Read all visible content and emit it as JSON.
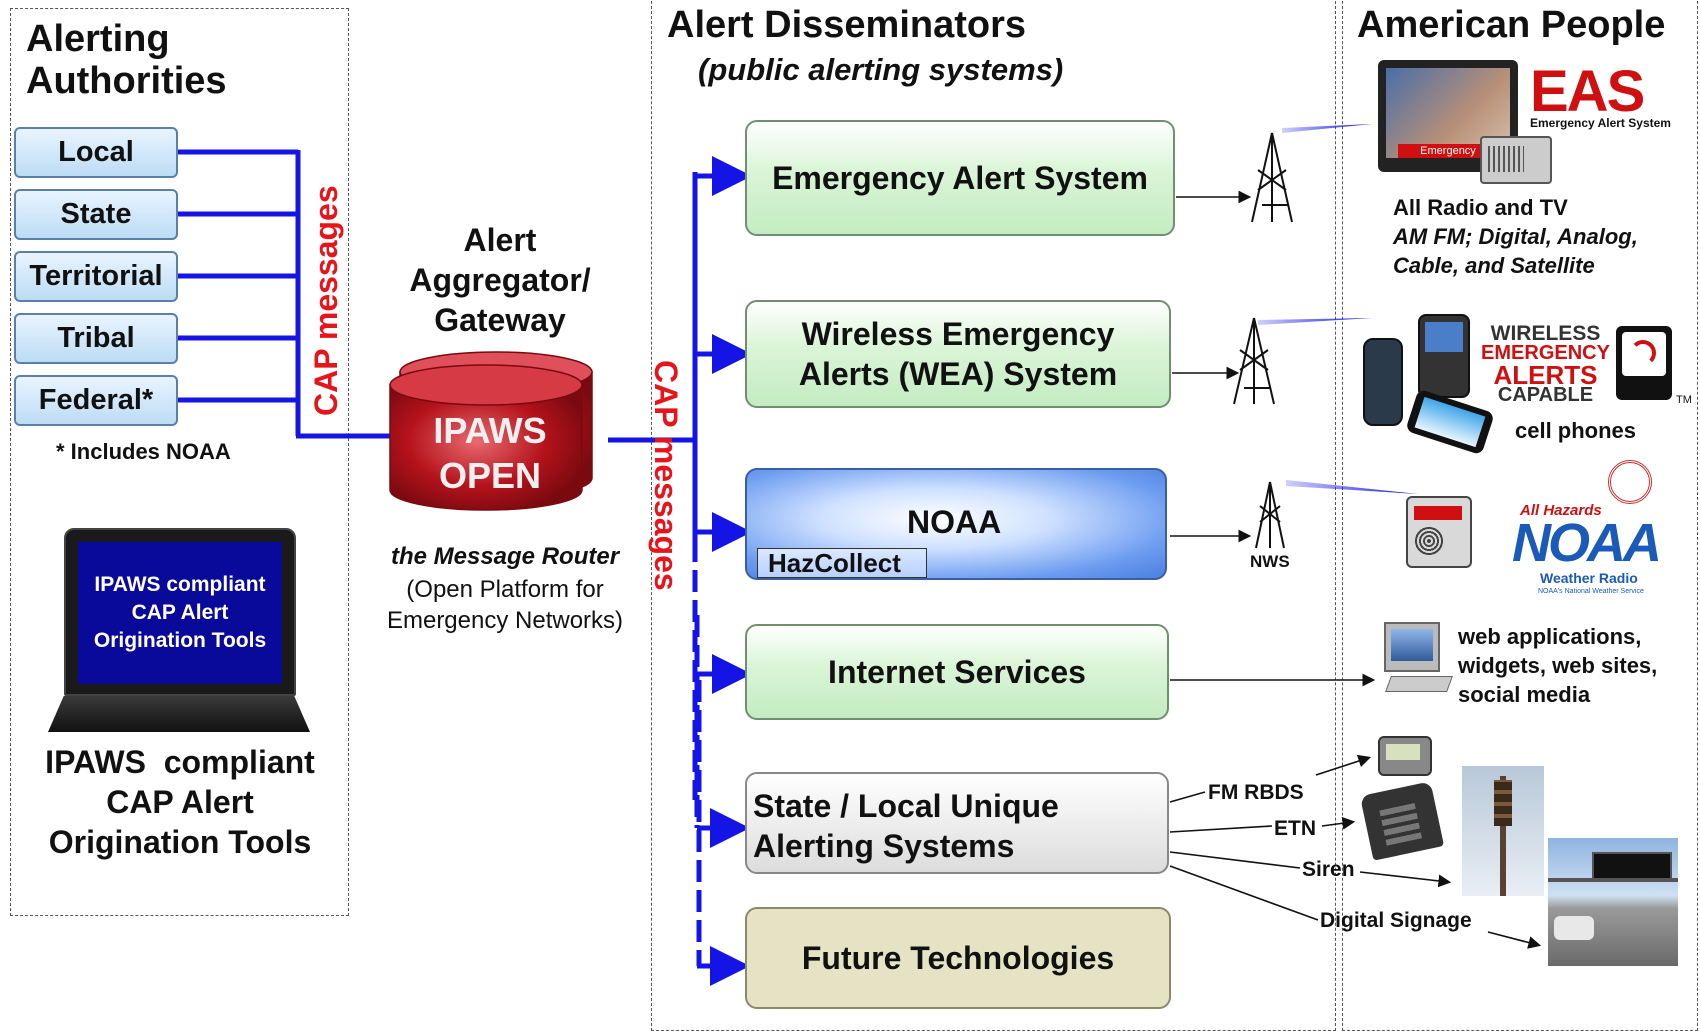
{
  "sections": {
    "authorities_title": "Alerting\nAuthorities",
    "disseminators_title": "Alert Disseminators",
    "disseminators_subtitle": "(public alerting systems)",
    "people_title": "American People"
  },
  "authorities": [
    "Local",
    "State",
    "Territorial",
    "Tribal",
    "Federal*"
  ],
  "authorities_note": "* Includes NOAA",
  "cap_label_left": "CAP messages",
  "cap_label_right": "CAP messages",
  "aggregator": {
    "title": "Alert\nAggregator/\nGateway",
    "cylinder_label_1": "IPAWS",
    "cylinder_label_2": "OPEN",
    "router": "the Message Router",
    "router_desc_1": "(Open Platform for",
    "router_desc_2": "Emergency Networks)"
  },
  "laptop": {
    "screen_text": "IPAWS compliant\nCAP Alert\nOrigination Tools",
    "caption": "IPAWS  compliant\nCAP Alert\nOrigination Tools"
  },
  "disseminators": {
    "eas": "Emergency  Alert System",
    "wea": "Wireless Emergency\nAlerts (WEA) System",
    "noaa": "NOAA",
    "hazcollect": "HazCollect",
    "internet": "Internet Services",
    "state_local": "State / Local Unique\nAlerting Systems",
    "future": "Future Technologies"
  },
  "outputs": {
    "nws": "NWS",
    "radio_tv_1": "All Radio and TV",
    "radio_tv_2": "AM FM; Digital,  Analog,",
    "radio_tv_3": "Cable, and Satellite",
    "cell_phones": "cell phones",
    "web_1": "web applications,",
    "web_2": "widgets, web sites,",
    "web_3": "social media",
    "fm_rbds": "FM RBDS",
    "etn": "ETN",
    "siren": "Siren",
    "digital_signage": "Digital  Signage"
  },
  "logos": {
    "eas_big": "EAS",
    "eas_small": "Emergency Alert System",
    "tv_banner": "Emergency",
    "wea_1": "WIRELESS",
    "wea_2": "EMERGENCY",
    "wea_3": "ALERTS",
    "wea_4": "CAPABLE",
    "wea_tm": "TM",
    "noaa_top": "All Hazards",
    "noaa_big": "NOAA",
    "noaa_sub": "Weather Radio",
    "noaa_tiny": "NOAA's National Weather Service"
  },
  "colors": {
    "connector_blue": "#1414e6",
    "cap_red": "#e8141b",
    "cylinder_red": "#b5121b",
    "laptop_screen": "#0a0a9a"
  }
}
